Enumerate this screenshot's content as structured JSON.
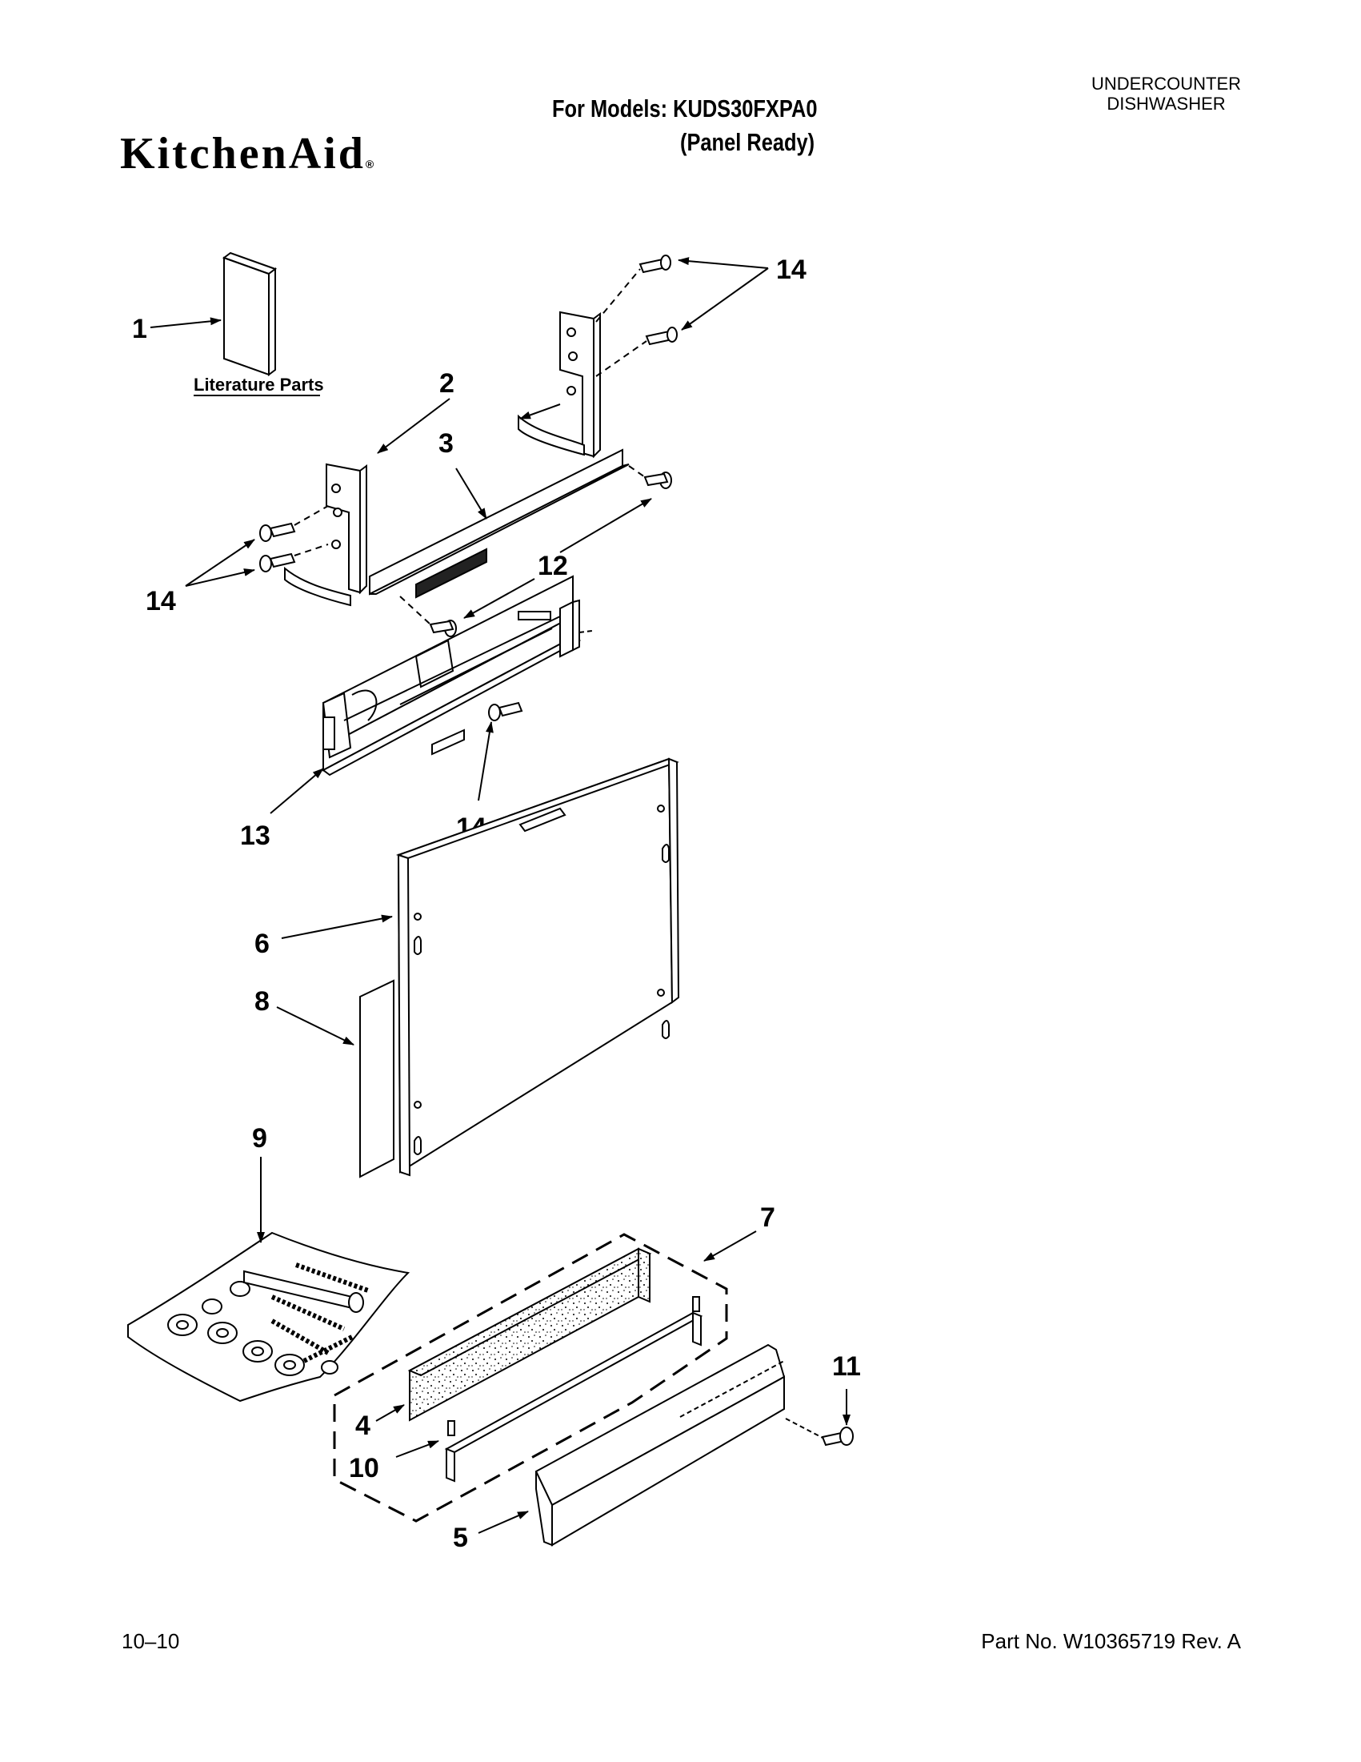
{
  "header": {
    "brand": "KitchenAid",
    "brand_mark": "®",
    "models_label": "For Models: KUDS30FXPA0",
    "models_variant": "(Panel Ready)",
    "product_line1": "UNDERCOUNTER",
    "product_line2": "DISHWASHER"
  },
  "diagram": {
    "literature_label": "Literature Parts",
    "callouts": {
      "c1": "1",
      "c2": "2",
      "c3": "3",
      "c4": "4",
      "c5": "5",
      "c6": "6",
      "c7": "7",
      "c8": "8",
      "c9": "9",
      "c10": "10",
      "c11": "11",
      "c12": "12",
      "c13": "13",
      "c14a": "14",
      "c14b": "14",
      "c14c": "14"
    }
  },
  "footer": {
    "date": "10–10",
    "part_no": "Part No. W10365719 Rev. A"
  }
}
